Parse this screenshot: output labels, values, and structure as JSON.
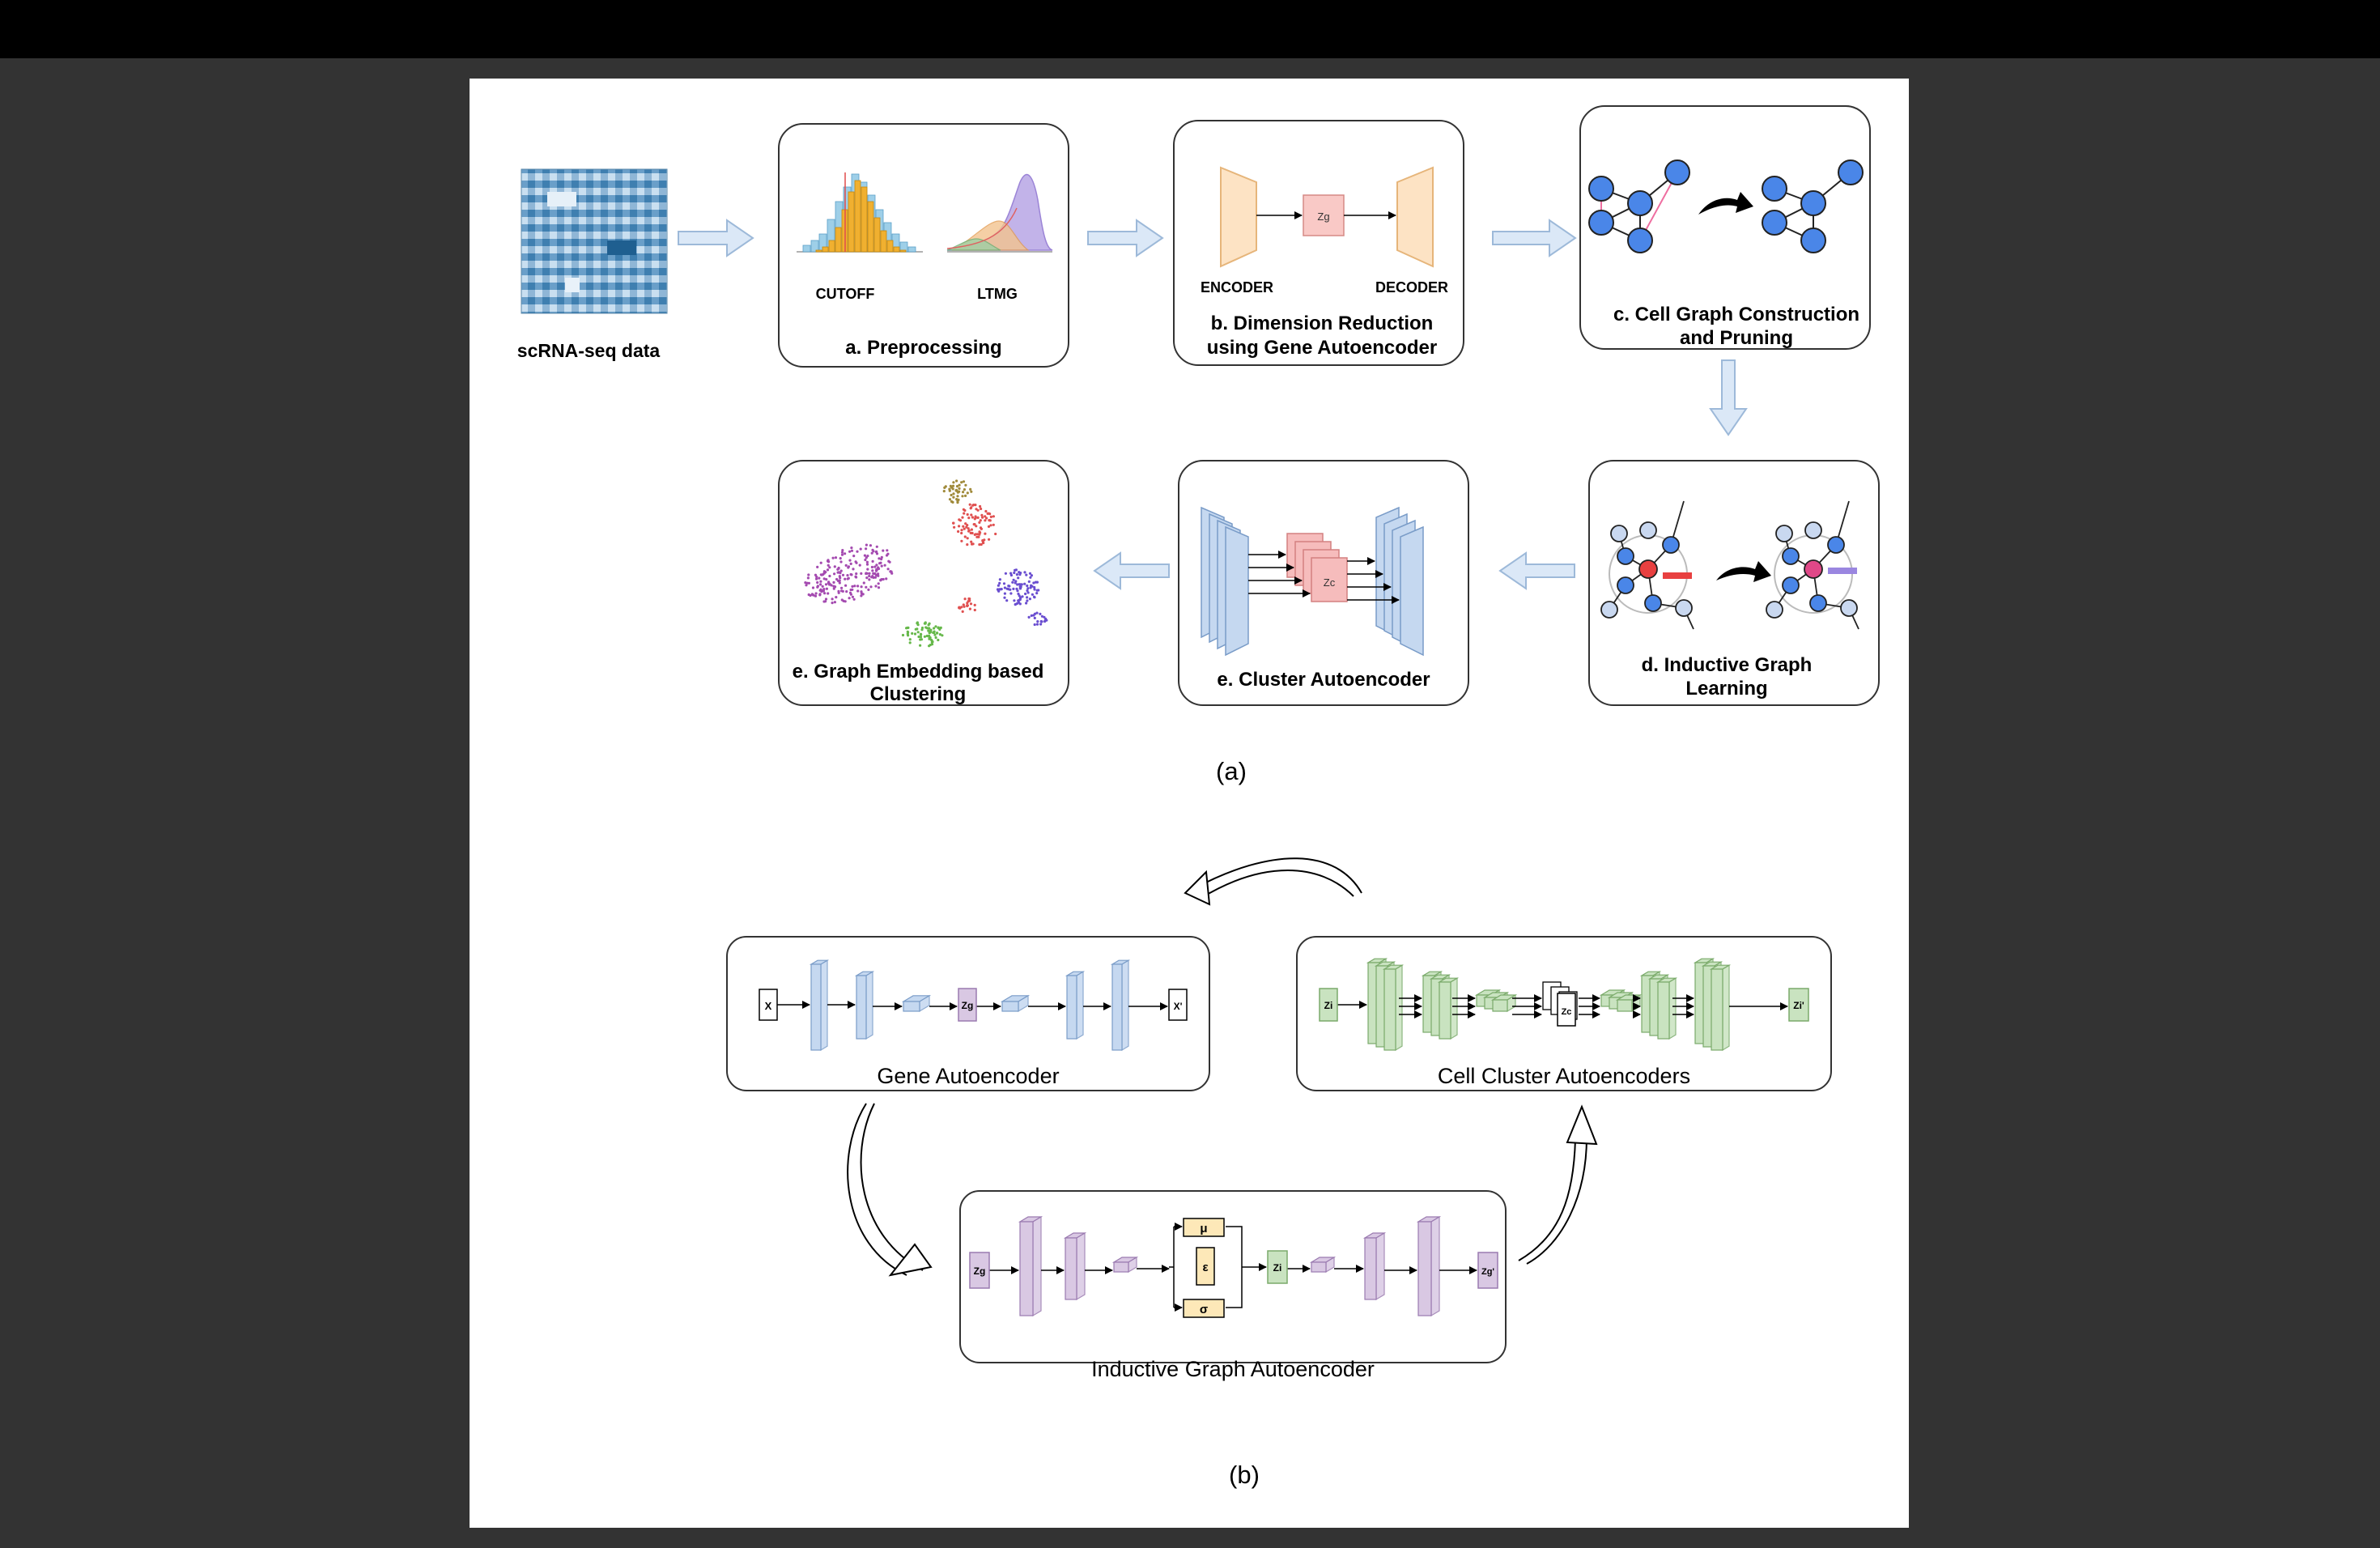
{
  "panel_a": {
    "input_label": "scRNA-seq data",
    "a": {
      "title": "a. Preprocessing",
      "left_plot_label": "CUTOFF",
      "right_plot_label": "LTMG"
    },
    "b": {
      "title_line1": "b. Dimension Reduction",
      "title_line2": "using Gene Autoencoder",
      "encoder_label": "ENCODER",
      "decoder_label": "DECODER",
      "latent_label": "Zg"
    },
    "c": {
      "title_line1": "c. Cell Graph Construction",
      "title_line2": "and Pruning"
    },
    "d": {
      "title_line1": "d. Inductive Graph",
      "title_line2": "Learning"
    },
    "e_cluster": {
      "title": "e. Cluster Autoencoder",
      "latent_label": "Zc"
    },
    "e_embed": {
      "title_line1": "e. Graph Embedding based",
      "title_line2": "Clustering"
    },
    "caption": "(a)"
  },
  "panel_b": {
    "gene": {
      "title": "Gene Autoencoder",
      "input": "X",
      "latent": "Zg",
      "output": "X'"
    },
    "cluster": {
      "title": "Cell Cluster Autoencoders",
      "input": "Zi",
      "latent": "Zc",
      "output": "Zi'"
    },
    "graph": {
      "title": "Inductive Graph Autoencoder",
      "input": "Zg",
      "mu": "μ",
      "eps": "ε",
      "sigma": "σ",
      "latent": "Zi",
      "output": "Zg'"
    },
    "caption": "(b)"
  },
  "colors": {
    "background": "#333333",
    "topbar": "#000000",
    "sheet": "#ffffff",
    "blue": "#c5d8f0",
    "purple": "#d9c8e3",
    "green": "#c9e3c0",
    "orange": "#fde3c4",
    "red": "#f6bcbc",
    "node": "#4a86e8"
  }
}
